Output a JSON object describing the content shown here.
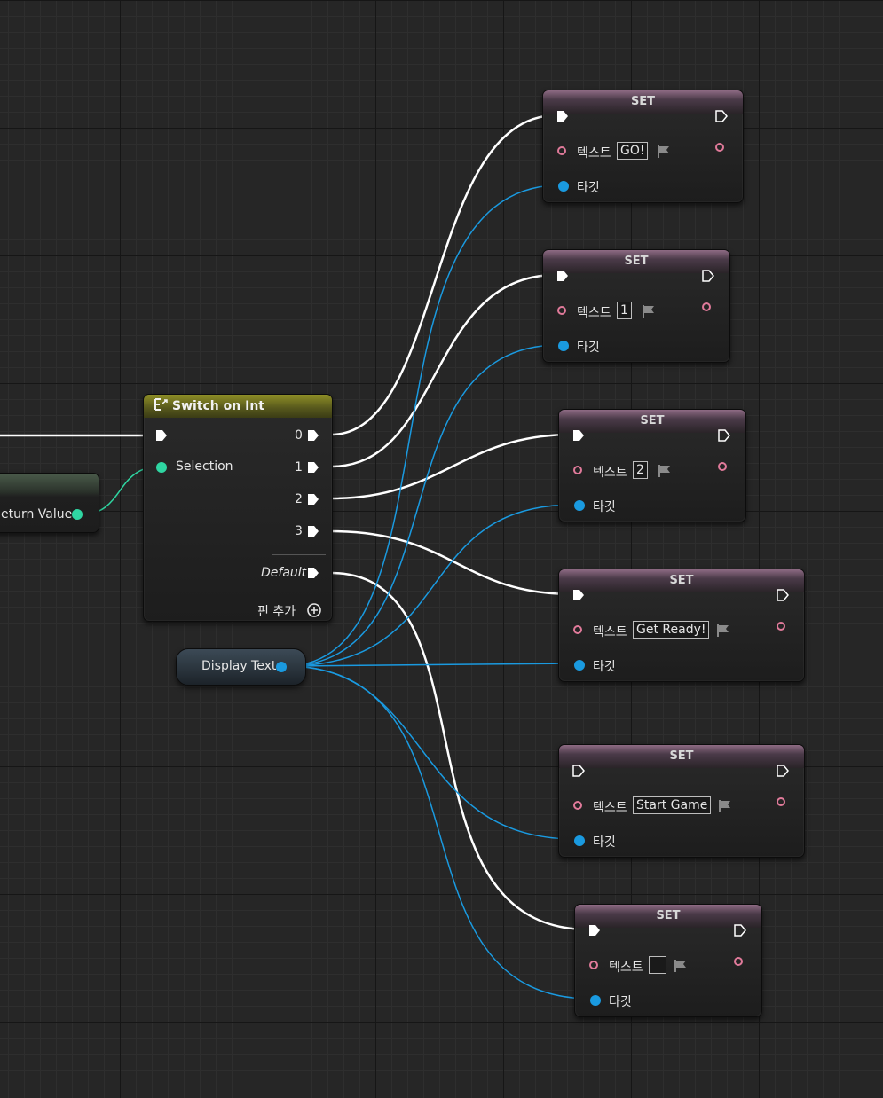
{
  "return_node": {
    "output_label": "eturn Value"
  },
  "switch_node": {
    "title": "Switch on Int",
    "selection_label": "Selection",
    "outputs": [
      "0",
      "1",
      "2",
      "3"
    ],
    "default_label": "Default",
    "add_pin_label": "핀 추가"
  },
  "variable_node": {
    "label": "Display Text"
  },
  "set_nodes": [
    {
      "title": "SET",
      "text_label": "텍스트",
      "value": "GO!",
      "target_label": "타깃"
    },
    {
      "title": "SET",
      "text_label": "텍스트",
      "value": "1",
      "target_label": "타깃"
    },
    {
      "title": "SET",
      "text_label": "텍스트",
      "value": "2",
      "target_label": "타깃"
    },
    {
      "title": "SET",
      "text_label": "텍스트",
      "value": "Get Ready!",
      "target_label": "타깃"
    },
    {
      "title": "SET",
      "text_label": "텍스트",
      "value": "Start Game",
      "target_label": "타깃"
    },
    {
      "title": "SET",
      "text_label": "텍스트",
      "value": "",
      "target_label": "타깃"
    }
  ],
  "colors": {
    "exec_wire": "#ffffff",
    "object_wire": "#1a9ae0",
    "int_wire": "#2fd6a2",
    "text_pin": "#e07a9a",
    "switch_header": "#7c7c22",
    "set_header": "#8e6b84"
  },
  "icons": [
    "exec-pin-icon",
    "data-pin-icon",
    "text-pin-icon",
    "localize-flag-icon",
    "add-pin-icon",
    "switch-icon"
  ]
}
